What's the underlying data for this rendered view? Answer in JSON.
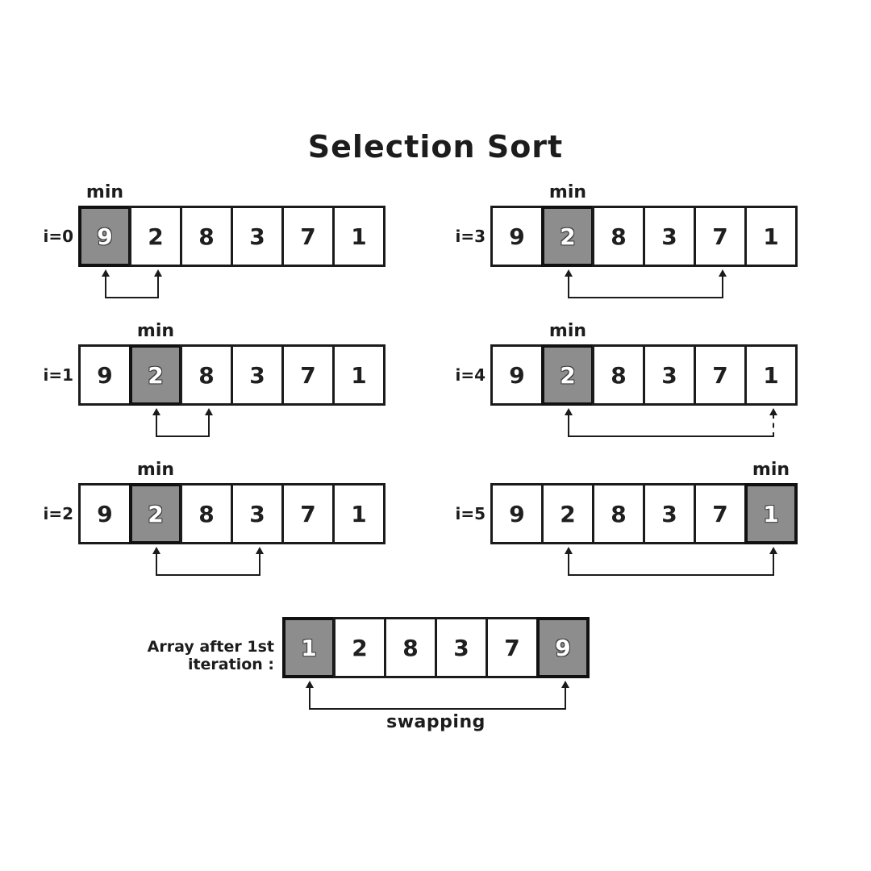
{
  "title": "Selection Sort",
  "min_label": "min",
  "colors": {
    "background": "#ffffff",
    "stroke": "#1b1b1b",
    "highlight_fill": "#8d8d8d",
    "highlight_text": "#ffffff"
  },
  "steps": [
    {
      "label": "i=0",
      "values": [
        "9",
        "2",
        "8",
        "3",
        "7",
        "1"
      ],
      "min_index": 0,
      "arrow_from": 0,
      "arrow_to": 1,
      "arrow_dashed": false
    },
    {
      "label": "i=1",
      "values": [
        "9",
        "2",
        "8",
        "3",
        "7",
        "1"
      ],
      "min_index": 1,
      "arrow_from": 1,
      "arrow_to": 2,
      "arrow_dashed": false
    },
    {
      "label": "i=2",
      "values": [
        "9",
        "2",
        "8",
        "3",
        "7",
        "1"
      ],
      "min_index": 1,
      "arrow_from": 1,
      "arrow_to": 3,
      "arrow_dashed": false
    },
    {
      "label": "i=3",
      "values": [
        "9",
        "2",
        "8",
        "3",
        "7",
        "1"
      ],
      "min_index": 1,
      "arrow_from": 1,
      "arrow_to": 4,
      "arrow_dashed": false
    },
    {
      "label": "i=4",
      "values": [
        "9",
        "2",
        "8",
        "3",
        "7",
        "1"
      ],
      "min_index": 1,
      "arrow_from": 1,
      "arrow_to": 5,
      "arrow_dashed": true
    },
    {
      "label": "i=5",
      "values": [
        "9",
        "2",
        "8",
        "3",
        "7",
        "1"
      ],
      "min_index": 5,
      "arrow_from": 1,
      "arrow_to": 5,
      "arrow_dashed": false
    }
  ],
  "result": {
    "label": "Array after 1st iteration :",
    "values": [
      "1",
      "2",
      "8",
      "3",
      "7",
      "9"
    ],
    "highlight_indices": [
      0,
      5
    ],
    "arrow_from": 0,
    "arrow_to": 5,
    "caption": "swapping"
  }
}
